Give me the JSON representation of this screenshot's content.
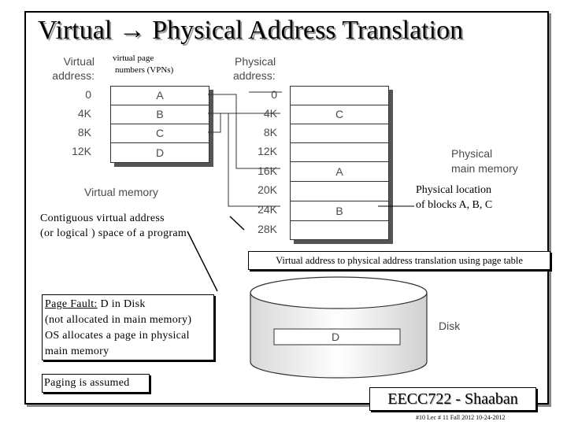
{
  "title": "Virtual → Physical Address Translation",
  "virtual_memory": {
    "header_line1": "Virtual",
    "header_line2": "address:",
    "vpn_note_line1": "virtual page",
    "vpn_note_line2": "numbers (VPNs)",
    "addresses": [
      "0",
      "4K",
      "8K",
      "12K"
    ],
    "pages": [
      "A",
      "B",
      "C",
      "D"
    ],
    "caption": "Virtual memory"
  },
  "physical_memory": {
    "header_line1": "Physical",
    "header_line2": "address:",
    "addresses": [
      "0",
      "4K",
      "8K",
      "12K",
      "16K",
      "20K",
      "24K",
      "28K"
    ],
    "frames": [
      "",
      "C",
      "",
      "",
      "A",
      "",
      "B",
      ""
    ],
    "caption_line1": "Physical",
    "caption_line2": "main memory"
  },
  "notes": {
    "contiguous_line1": "Contiguous virtual address",
    "contiguous_line2": "(or logical ) space of a program",
    "physical_location_line1": "Physical location",
    "physical_location_line2": "of blocks A, B, C",
    "translation_box": "Virtual address to physical address translation using page table",
    "page_fault_label": "Page Fault:",
    "page_fault_rest": "  D in Disk",
    "page_fault_line2": "(not allocated in main memory)",
    "page_fault_line3": "OS allocates a page in physical",
    "page_fault_line4": "main memory",
    "paging_assumed": "Paging is assumed"
  },
  "disk": {
    "label": "Disk",
    "block": "D"
  },
  "footer": {
    "course": "EECC722 - Shaaban",
    "meta": "#10   Lec # 11   Fall 2012  10-24-2012"
  }
}
